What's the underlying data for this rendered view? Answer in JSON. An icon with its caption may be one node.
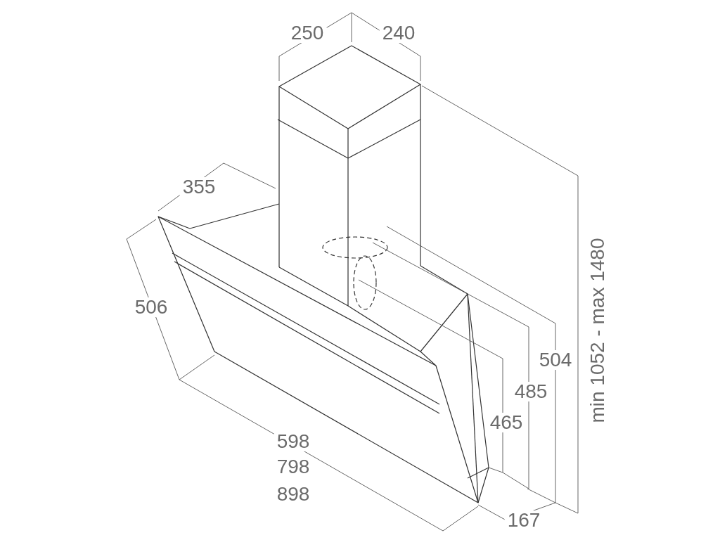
{
  "diagram": {
    "labels": [
      "250",
      "240",
      "355",
      "506",
      "504",
      "485",
      "465",
      "598",
      "798",
      "898",
      "167",
      "min 1052 - max 1480"
    ]
  }
}
